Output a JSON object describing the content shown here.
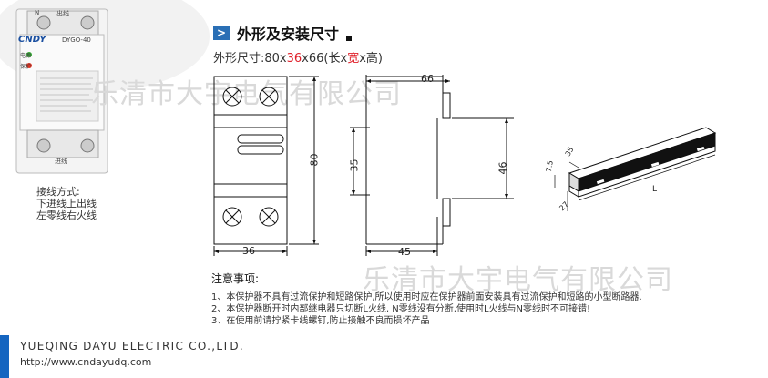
{
  "watermark": "乐清市大宇电气有限公司",
  "section": {
    "arrow": ">",
    "title": "外形及安装尺寸"
  },
  "dims": {
    "prefix": "外形尺寸:80x",
    "mid": "36",
    "mid2": "x66(长x",
    "width_word": "宽",
    "suffix": "x高)"
  },
  "device": {
    "brand": "CNDY",
    "model": "DYGO-40",
    "top_left_label": "N",
    "top_mid_label": "出线",
    "bottom_label": "进线",
    "indicator_1": "电源",
    "indicator_2": "保护"
  },
  "wiring": [
    "接线方式:",
    "下进线上出线",
    "左零线右火线"
  ],
  "front_view": {
    "height": "80",
    "width": "36"
  },
  "side_view": {
    "width": "66",
    "inner": "35",
    "rail_height": "46",
    "depth": "45"
  },
  "rail": {
    "h": "7.5",
    "top": "35",
    "bottom": "27",
    "len": "L"
  },
  "notes": {
    "title": "注意事项:",
    "items": [
      "1、本保护器不具有过流保护和短路保护,所以使用时应在保护器前面安装具有过流保护和短路的小型断路器.",
      "2、本保护器断开时内部继电器只切断L火线, N零线没有分断,使用时L火线与N零线时不可接错!",
      "3、在使用前请拧紧卡线螺钉,防止接触不良而损坏产品"
    ]
  },
  "footer": {
    "company": "YUEQING DAYU ELECTRIC CO.,LTD.",
    "url": "http://www.cndayudq.com"
  }
}
